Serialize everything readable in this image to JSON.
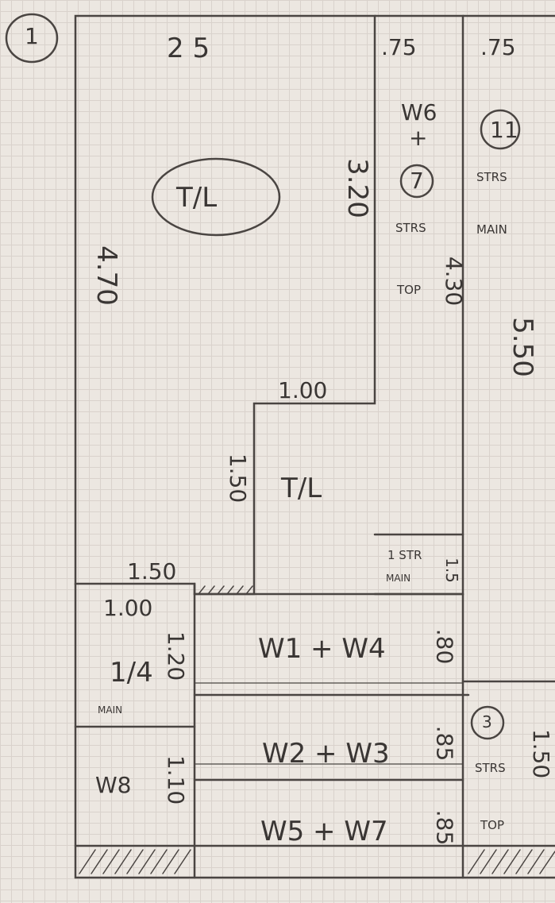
{
  "sheet_number": "1",
  "dimensions": {
    "top_width": "2 5",
    "left_height": "4.70",
    "upper_inner_height": "3.20",
    "col1_width": ".75",
    "col1_height": "4.30",
    "col2_width": ".75",
    "col2_height": "5.50",
    "lower_room_width": "1.00",
    "lower_room_height": "1.50",
    "lower_left_width": "1.50",
    "small_room_width": "1.00",
    "small_room_height": "1.20",
    "w1w4_height": ".80",
    "w2w3_height": ".85",
    "w5w7_height": ".85",
    "w8_height": "1.10",
    "side_room_height": "1.50",
    "small_stair_height": "1.5"
  },
  "rooms": {
    "main_room": "T/L",
    "lower_room": "T/L",
    "col1_top": "W6",
    "col1_plus": "+",
    "col1_circle": "7",
    "col1_label": "STRS",
    "col1_sub": "TOP",
    "col2_circle": "11",
    "col2_label": "STRS",
    "col2_sub": "MAIN",
    "small_stair": "1 STR",
    "small_stair_sub": "MAIN",
    "quarter": "1/4",
    "quarter_sub": "MAIN",
    "w1w4": "W1 + W4",
    "w2w3": "W2 + W3",
    "w5w7": "W5 + W7",
    "w8": "W8",
    "side_circle": "3",
    "side_label": "STRS",
    "side_sub": "TOP"
  }
}
